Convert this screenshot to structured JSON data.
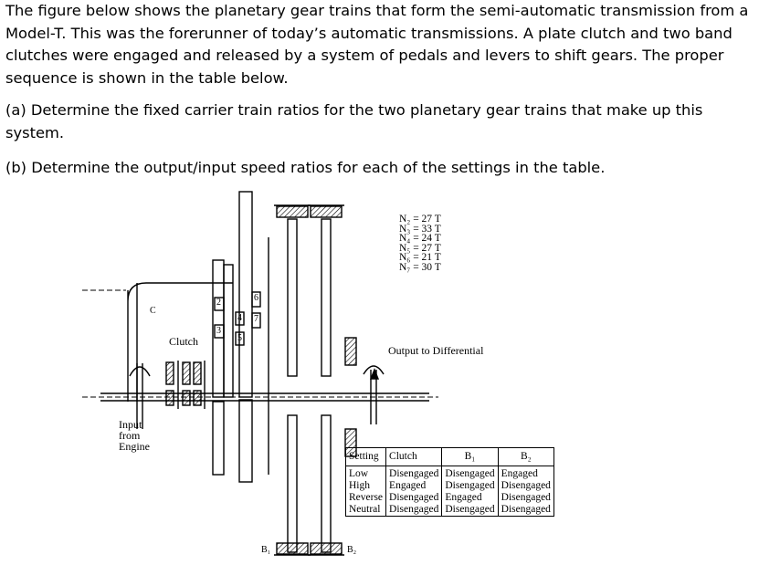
{
  "problem": {
    "intro": "The figure below shows the planetary gear trains that form the semi-automatic transmission from a Model-T. This was the forerunner of today’s automatic transmissions.  A plate clutch and two band clutches were engaged and released by a system of pedals and levers to shift gears. The proper sequence is shown in the table below.",
    "part_a_label": "(a)",
    "part_a": "Determine the fixed carrier train ratios for the two planetary gear trains that make up this system.",
    "part_b_label": "(b)",
    "part_b": "Determine the output/input speed ratios for each of the settings in the table."
  },
  "figure": {
    "teeth": [
      "N₂ = 27 T",
      "N₃ = 33 T",
      "N₄ = 24 T",
      "N₅ = 27 T",
      "N₆ = 21 T",
      "N₇ = 30 T"
    ],
    "labels": {
      "output": "Output to Differential",
      "clutch": "Clutch",
      "input_line1": "Input",
      "input_line2": "from",
      "input_line3": "Engine",
      "carrier": "C",
      "band1": "B₁",
      "band2": "B₂",
      "gear2": "2",
      "gear3": "3",
      "gear4": "4",
      "gear5": "5",
      "gear6": "6",
      "gear7": "7"
    },
    "table": {
      "headers": [
        "Setting",
        "Clutch",
        "B₁",
        "B₂"
      ],
      "rows": [
        [
          "Low",
          "Disengaged",
          "Disengaged",
          "Engaged"
        ],
        [
          "High",
          "Engaged",
          "Disengaged",
          "Disengaged"
        ],
        [
          "Reverse",
          "Disengaged",
          "Engaged",
          "Disengaged"
        ],
        [
          "Neutral",
          "Disengaged",
          "Disengaged",
          "Disengaged"
        ]
      ]
    }
  }
}
